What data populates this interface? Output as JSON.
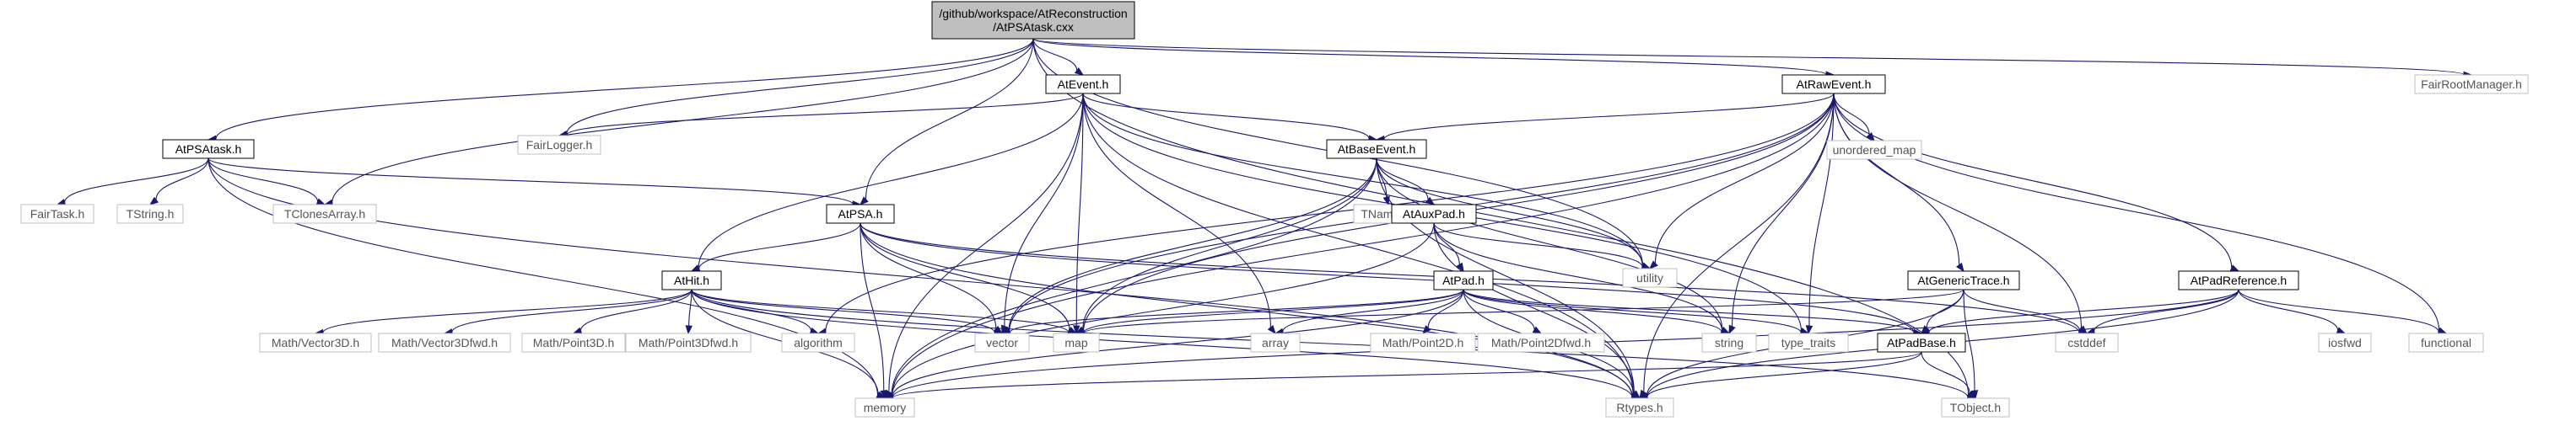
{
  "graph": {
    "nodes": [
      {
        "id": "root",
        "lines": [
          "/github/workspace/AtReconstruction",
          "/AtPSAtask.cxx"
        ],
        "style": "root"
      },
      {
        "id": "AtPSAtask",
        "lines": [
          "AtPSAtask.h"
        ],
        "style": "link"
      },
      {
        "id": "AtEvent",
        "lines": [
          "AtEvent.h"
        ],
        "style": "link"
      },
      {
        "id": "AtRawEvent",
        "lines": [
          "AtRawEvent.h"
        ],
        "style": "link"
      },
      {
        "id": "FairRootManager",
        "lines": [
          "FairRootManager.h"
        ],
        "style": "ext"
      },
      {
        "id": "FairLogger",
        "lines": [
          "FairLogger.h"
        ],
        "style": "ext"
      },
      {
        "id": "AtBaseEvent",
        "lines": [
          "AtBaseEvent.h"
        ],
        "style": "link"
      },
      {
        "id": "unordered_map",
        "lines": [
          "unordered_map"
        ],
        "style": "ext"
      },
      {
        "id": "FairTask",
        "lines": [
          "FairTask.h"
        ],
        "style": "ext"
      },
      {
        "id": "TString",
        "lines": [
          "TString.h"
        ],
        "style": "ext"
      },
      {
        "id": "TClonesArray",
        "lines": [
          "TClonesArray.h"
        ],
        "style": "ext"
      },
      {
        "id": "AtPSA",
        "lines": [
          "AtPSA.h"
        ],
        "style": "link"
      },
      {
        "id": "TNamed",
        "lines": [
          "TNamed.h"
        ],
        "style": "ext"
      },
      {
        "id": "AtAuxPad",
        "lines": [
          "AtAuxPad.h"
        ],
        "style": "link"
      },
      {
        "id": "utility",
        "lines": [
          "utility"
        ],
        "style": "ext"
      },
      {
        "id": "AtHit",
        "lines": [
          "AtHit.h"
        ],
        "style": "link"
      },
      {
        "id": "AtPad",
        "lines": [
          "AtPad.h"
        ],
        "style": "link"
      },
      {
        "id": "AtGenericTrace",
        "lines": [
          "AtGenericTrace.h"
        ],
        "style": "link"
      },
      {
        "id": "AtPadReference",
        "lines": [
          "AtPadReference.h"
        ],
        "style": "link"
      },
      {
        "id": "MathVector3D",
        "lines": [
          "Math/Vector3D.h"
        ],
        "style": "ext"
      },
      {
        "id": "MathVector3Dfwd",
        "lines": [
          "Math/Vector3Dfwd.h"
        ],
        "style": "ext"
      },
      {
        "id": "MathPoint3D",
        "lines": [
          "Math/Point3D.h"
        ],
        "style": "ext"
      },
      {
        "id": "MathPoint3Dfwd",
        "lines": [
          "Math/Point3Dfwd.h"
        ],
        "style": "ext"
      },
      {
        "id": "algorithm",
        "lines": [
          "algorithm"
        ],
        "style": "ext"
      },
      {
        "id": "vector",
        "lines": [
          "vector"
        ],
        "style": "ext"
      },
      {
        "id": "map",
        "lines": [
          "map"
        ],
        "style": "ext"
      },
      {
        "id": "array",
        "lines": [
          "array"
        ],
        "style": "ext"
      },
      {
        "id": "MathPoint2D",
        "lines": [
          "Math/Point2D.h"
        ],
        "style": "ext"
      },
      {
        "id": "MathPoint2Dfwd",
        "lines": [
          "Math/Point2Dfwd.h"
        ],
        "style": "ext"
      },
      {
        "id": "string",
        "lines": [
          "string"
        ],
        "style": "ext"
      },
      {
        "id": "type_traits",
        "lines": [
          "type_traits"
        ],
        "style": "ext"
      },
      {
        "id": "AtPadBase",
        "lines": [
          "AtPadBase.h"
        ],
        "style": "link"
      },
      {
        "id": "cstddef",
        "lines": [
          "cstddef"
        ],
        "style": "ext"
      },
      {
        "id": "iosfwd",
        "lines": [
          "iosfwd"
        ],
        "style": "ext"
      },
      {
        "id": "functional",
        "lines": [
          "functional"
        ],
        "style": "ext"
      },
      {
        "id": "memory",
        "lines": [
          "memory"
        ],
        "style": "ext"
      },
      {
        "id": "Rtypes",
        "lines": [
          "Rtypes.h"
        ],
        "style": "ext"
      },
      {
        "id": "TObject",
        "lines": [
          "TObject.h"
        ],
        "style": "ext"
      }
    ],
    "edges": [
      [
        "root",
        "AtPSAtask"
      ],
      [
        "root",
        "AtEvent"
      ],
      [
        "root",
        "AtRawEvent"
      ],
      [
        "root",
        "FairRootManager"
      ],
      [
        "root",
        "FairLogger"
      ],
      [
        "root",
        "TClonesArray"
      ],
      [
        "root",
        "AtPSA"
      ],
      [
        "root",
        "utility"
      ],
      [
        "root",
        "TObject"
      ],
      [
        "AtPSAtask",
        "FairTask"
      ],
      [
        "AtPSAtask",
        "TString"
      ],
      [
        "AtPSAtask",
        "TClonesArray"
      ],
      [
        "AtPSAtask",
        "AtPSA"
      ],
      [
        "AtPSAtask",
        "memory"
      ],
      [
        "AtPSAtask",
        "Rtypes"
      ],
      [
        "AtEvent",
        "FairLogger"
      ],
      [
        "AtEvent",
        "AtBaseEvent"
      ],
      [
        "AtEvent",
        "AtHit"
      ],
      [
        "AtEvent",
        "vector"
      ],
      [
        "AtEvent",
        "map"
      ],
      [
        "AtEvent",
        "array"
      ],
      [
        "AtEvent",
        "utility"
      ],
      [
        "AtEvent",
        "type_traits"
      ],
      [
        "AtEvent",
        "memory"
      ],
      [
        "AtEvent",
        "Rtypes"
      ],
      [
        "AtRawEvent",
        "AtBaseEvent"
      ],
      [
        "AtRawEvent",
        "unordered_map"
      ],
      [
        "AtRawEvent",
        "AtGenericTrace"
      ],
      [
        "AtRawEvent",
        "AtPadReference"
      ],
      [
        "AtRawEvent",
        "utility"
      ],
      [
        "AtRawEvent",
        "vector"
      ],
      [
        "AtRawEvent",
        "map"
      ],
      [
        "AtRawEvent",
        "string"
      ],
      [
        "AtRawEvent",
        "type_traits"
      ],
      [
        "AtRawEvent",
        "cstddef"
      ],
      [
        "AtRawEvent",
        "functional"
      ],
      [
        "AtRawEvent",
        "algorithm"
      ],
      [
        "AtRawEvent",
        "memory"
      ],
      [
        "AtRawEvent",
        "Rtypes"
      ],
      [
        "AtBaseEvent",
        "TNamed"
      ],
      [
        "AtBaseEvent",
        "AtAuxPad"
      ],
      [
        "AtBaseEvent",
        "utility"
      ],
      [
        "AtBaseEvent",
        "vector"
      ],
      [
        "AtBaseEvent",
        "map"
      ],
      [
        "AtBaseEvent",
        "string"
      ],
      [
        "AtBaseEvent",
        "Rtypes"
      ],
      [
        "AtBaseEvent",
        "memory"
      ],
      [
        "AtPSA",
        "AtHit"
      ],
      [
        "AtPSA",
        "vector"
      ],
      [
        "AtPSA",
        "map"
      ],
      [
        "AtPSA",
        "memory"
      ],
      [
        "AtPSA",
        "Rtypes"
      ],
      [
        "AtPSA",
        "cstddef"
      ],
      [
        "AtPSA",
        "AtPadBase"
      ],
      [
        "AtAuxPad",
        "AtPad"
      ],
      [
        "AtAuxPad",
        "utility"
      ],
      [
        "AtAuxPad",
        "string"
      ],
      [
        "AtAuxPad",
        "Rtypes"
      ],
      [
        "AtAuxPad",
        "memory"
      ],
      [
        "AtHit",
        "MathVector3D"
      ],
      [
        "AtHit",
        "MathVector3Dfwd"
      ],
      [
        "AtHit",
        "MathPoint3D"
      ],
      [
        "AtHit",
        "MathPoint3Dfwd"
      ],
      [
        "AtHit",
        "algorithm"
      ],
      [
        "AtHit",
        "vector"
      ],
      [
        "AtHit",
        "map"
      ],
      [
        "AtHit",
        "memory"
      ],
      [
        "AtHit",
        "Rtypes"
      ],
      [
        "AtHit",
        "TObject"
      ],
      [
        "AtPad",
        "AtPadBase"
      ],
      [
        "AtPad",
        "MathPoint2D"
      ],
      [
        "AtPad",
        "MathPoint2Dfwd"
      ],
      [
        "AtPad",
        "array"
      ],
      [
        "AtPad",
        "map"
      ],
      [
        "AtPad",
        "vector"
      ],
      [
        "AtPad",
        "string"
      ],
      [
        "AtPad",
        "type_traits"
      ],
      [
        "AtPad",
        "memory"
      ],
      [
        "AtPad",
        "Rtypes"
      ],
      [
        "AtGenericTrace",
        "AtPadBase"
      ],
      [
        "AtGenericTrace",
        "cstddef"
      ],
      [
        "AtGenericTrace",
        "map"
      ],
      [
        "AtGenericTrace",
        "Rtypes"
      ],
      [
        "AtGenericTrace",
        "TObject"
      ],
      [
        "AtPadReference",
        "AtPadBase"
      ],
      [
        "AtPadReference",
        "iosfwd"
      ],
      [
        "AtPadReference",
        "functional"
      ],
      [
        "AtPadReference",
        "cstddef"
      ],
      [
        "AtPadReference",
        "Rtypes"
      ],
      [
        "AtPadReference",
        "memory"
      ],
      [
        "AtPadBase",
        "Rtypes"
      ],
      [
        "AtPadBase",
        "TObject"
      ],
      [
        "AtPadBase",
        "memory"
      ]
    ]
  },
  "colors": {
    "root_fill": "#bfbfbf",
    "root_stroke": "#000000",
    "link_fill": "#ffffff",
    "link_stroke": "#000000",
    "ext_fill": "#ffffff",
    "ext_stroke": "#bfbfbf",
    "edge_internal": "#191970",
    "edge_external": "#a9a9a9",
    "text_link": "#000000",
    "text_ext": "#555555"
  }
}
